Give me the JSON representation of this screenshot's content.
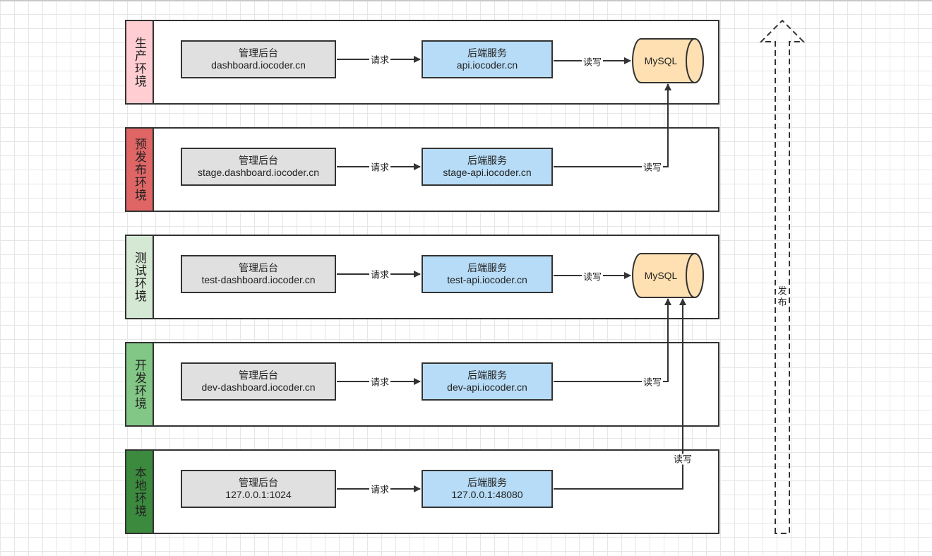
{
  "lanes": [
    {
      "label": "生产环境",
      "color": "#ffcdd2",
      "admin": {
        "title": "管理后台",
        "domain": "dashboard.iocoder.cn"
      },
      "backend": {
        "title": "后端服务",
        "domain": "api.iocoder.cn"
      },
      "request_label": "请求",
      "rw_label": "读写"
    },
    {
      "label": "预发布环境",
      "color": "#e06666",
      "admin": {
        "title": "管理后台",
        "domain": "stage.dashboard.iocoder.cn"
      },
      "backend": {
        "title": "后端服务",
        "domain": "stage-api.iocoder.cn"
      },
      "request_label": "请求",
      "rw_label": "读写"
    },
    {
      "label": "测试环境",
      "color": "#d5e8d4",
      "admin": {
        "title": "管理后台",
        "domain": "test-dashboard.iocoder.cn"
      },
      "backend": {
        "title": "后端服务",
        "domain": "test-api.iocoder.cn"
      },
      "request_label": "请求",
      "rw_label": "读写"
    },
    {
      "label": "开发环境",
      "color": "#82c785",
      "admin": {
        "title": "管理后台",
        "domain": "dev-dashboard.iocoder.cn"
      },
      "backend": {
        "title": "后端服务",
        "domain": "dev-api.iocoder.cn"
      },
      "request_label": "请求",
      "rw_label": "读写"
    },
    {
      "label": "本地环境",
      "color": "#3b8a3e",
      "admin": {
        "title": "管理后台",
        "domain": "127.0.0.1:1024"
      },
      "backend": {
        "title": "后端服务",
        "domain": "127.0.0.1:48080"
      },
      "request_label": "请求",
      "rw_label": "读写"
    }
  ],
  "databases": [
    {
      "label": "MySQL",
      "color": "#ffe0b2"
    },
    {
      "label": "MySQL",
      "color": "#ffe0b2"
    }
  ],
  "publish_label": "发布"
}
